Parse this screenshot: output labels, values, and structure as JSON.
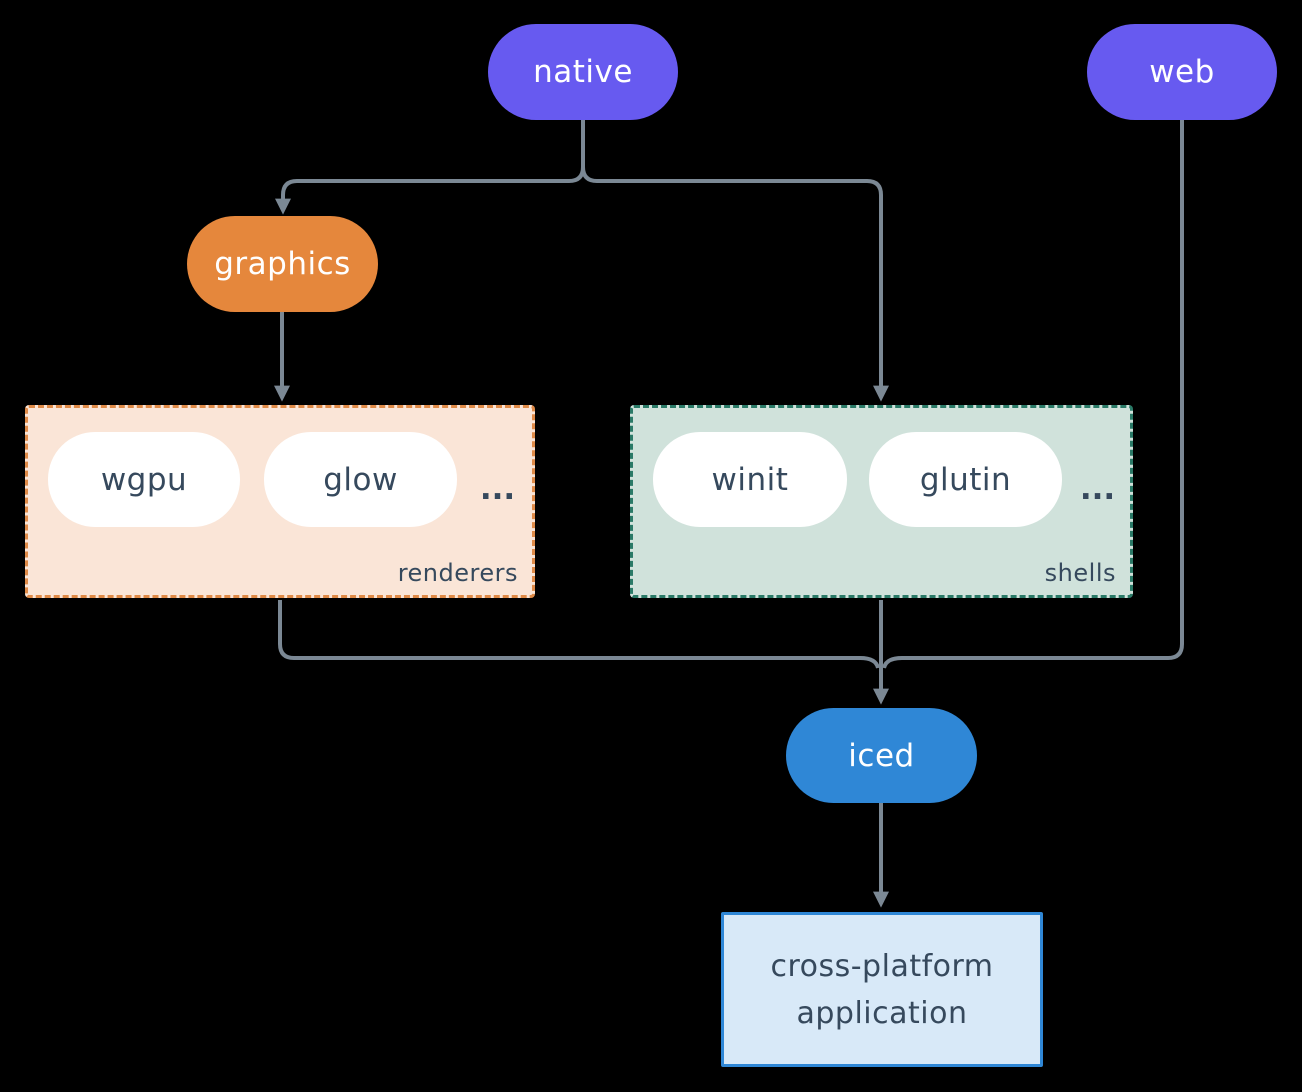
{
  "colors": {
    "background": "#000000",
    "purple": "#675af0",
    "orange": "#e5873c",
    "blue": "#2f87d6",
    "renderers_bg": "#fae5d7",
    "renderers_border": "#df8a47",
    "shells_bg": "#d0e2db",
    "shells_border": "#2a7a67",
    "app_bg": "#d8e9f8",
    "app_border": "#2f87d6",
    "edge": "#7b8894",
    "dark_text": "#36495d",
    "light_text": "#ffffff"
  },
  "nodes": {
    "native": {
      "label": "native"
    },
    "web": {
      "label": "web"
    },
    "graphics": {
      "label": "graphics"
    },
    "iced": {
      "label": "iced"
    },
    "application": {
      "label": "cross-platform application"
    }
  },
  "groups": {
    "renderers": {
      "label": "renderers",
      "items": [
        {
          "label": "wgpu"
        },
        {
          "label": "glow"
        }
      ],
      "ellipsis": "..."
    },
    "shells": {
      "label": "shells",
      "items": [
        {
          "label": "winit"
        },
        {
          "label": "glutin"
        }
      ],
      "ellipsis": "..."
    }
  }
}
